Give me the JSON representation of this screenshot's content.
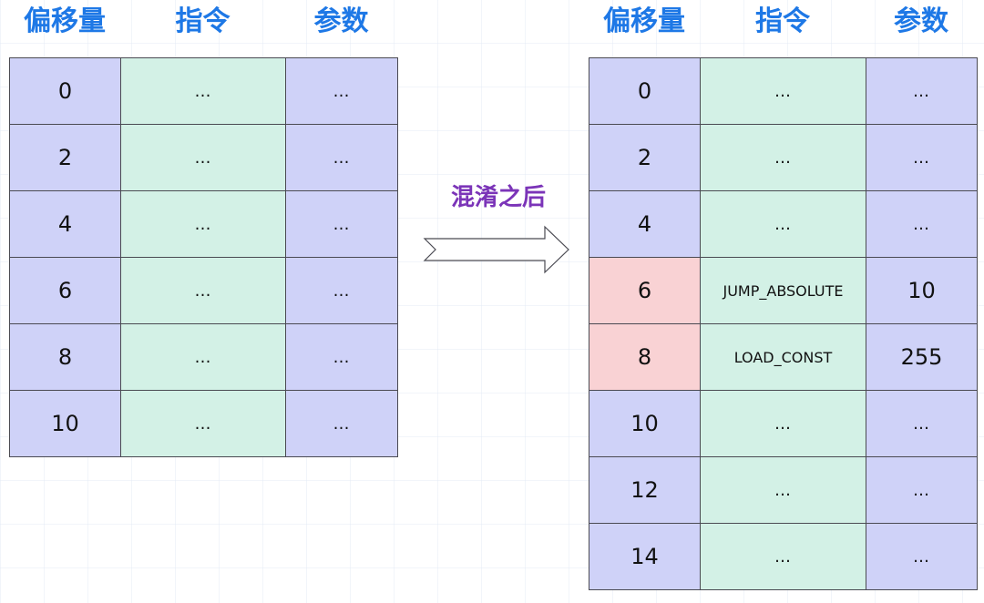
{
  "left": {
    "headers": [
      "偏移量",
      "指令",
      "参数"
    ],
    "rows": [
      {
        "offset": "0",
        "instruction": "…",
        "argument": "…"
      },
      {
        "offset": "2",
        "instruction": "…",
        "argument": "…"
      },
      {
        "offset": "4",
        "instruction": "…",
        "argument": "…"
      },
      {
        "offset": "6",
        "instruction": "…",
        "argument": "…"
      },
      {
        "offset": "8",
        "instruction": "…",
        "argument": "…"
      },
      {
        "offset": "10",
        "instruction": "…",
        "argument": "…"
      }
    ]
  },
  "transition": {
    "label": "混淆之后"
  },
  "right": {
    "headers": [
      "偏移量",
      "指令",
      "参数"
    ],
    "rows": [
      {
        "offset": "0",
        "instruction": "…",
        "argument": "…",
        "highlight": false
      },
      {
        "offset": "2",
        "instruction": "…",
        "argument": "…",
        "highlight": false
      },
      {
        "offset": "4",
        "instruction": "…",
        "argument": "…",
        "highlight": false
      },
      {
        "offset": "6",
        "instruction": "JUMP_ABSOLUTE",
        "argument": "10",
        "highlight": true
      },
      {
        "offset": "8",
        "instruction": "LOAD_CONST",
        "argument": "255",
        "highlight": true
      },
      {
        "offset": "10",
        "instruction": "…",
        "argument": "…",
        "highlight": false
      },
      {
        "offset": "12",
        "instruction": "…",
        "argument": "…",
        "highlight": false
      },
      {
        "offset": "14",
        "instruction": "…",
        "argument": "…",
        "highlight": false
      }
    ]
  },
  "colors": {
    "header_text": "#1e78e6",
    "offset_cell": "#cfd2f8",
    "instruction_cell": "#d3f1e6",
    "argument_cell": "#cfd2f8",
    "inserted_offset_cell": "#f9d2d4",
    "transition_label": "#7b34b8"
  }
}
